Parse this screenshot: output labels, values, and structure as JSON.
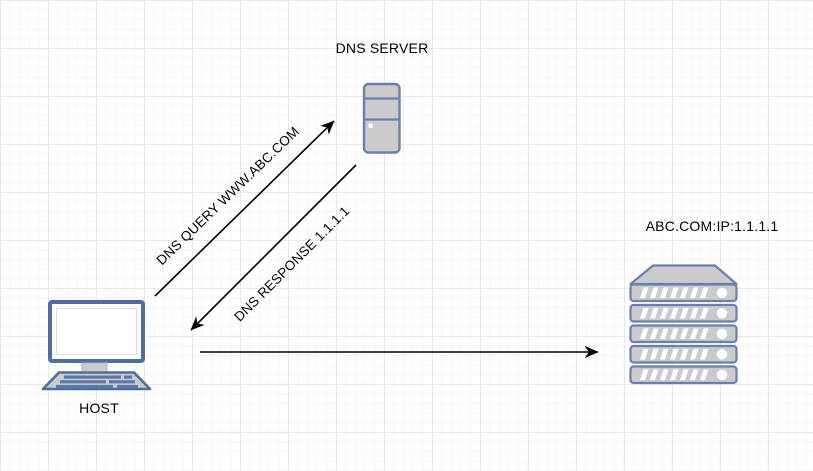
{
  "diagram": {
    "nodes": [
      {
        "id": "dns-server",
        "label": "DNS SERVER",
        "icon": "server-tower-icon"
      },
      {
        "id": "host",
        "label": "HOST",
        "icon": "desktop-computer-icon"
      },
      {
        "id": "web-server",
        "label": "ABC.COM:IP:1.1.1.1",
        "icon": "server-rack-icon"
      }
    ],
    "edges": [
      {
        "id": "dns-query",
        "from": "host",
        "to": "dns-server",
        "label": "DNS QUERY WWW.ABC.COM",
        "direction": "up-right"
      },
      {
        "id": "dns-response",
        "from": "dns-server",
        "to": "host",
        "label": "DNS RESPONSE 1.1.1.1",
        "direction": "down-left"
      },
      {
        "id": "host-to-webserver",
        "from": "host",
        "to": "web-server",
        "label": "",
        "direction": "right"
      }
    ],
    "colors": {
      "background": "#ffffff",
      "grid_minor": "#f4f4f4",
      "grid_major": "#e8e8e8",
      "shape_fill": "#cbcbcb",
      "shape_stroke": "#6881ae",
      "monitor_stroke": "#4e6da0",
      "keyboard_key": "#5b79a8",
      "arrow": "#000000",
      "text": "#000000"
    }
  }
}
